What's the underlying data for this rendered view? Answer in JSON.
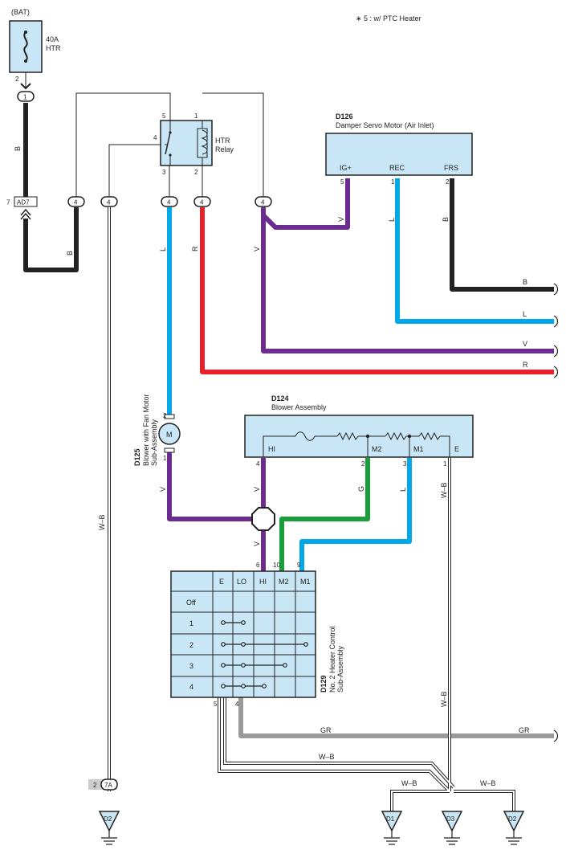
{
  "note": "∗ 5 : w/ PTC Heater",
  "fuse": {
    "source": "(BAT)",
    "rating": "40A",
    "name": "HTR",
    "pin_top": "2"
  },
  "connectors": {
    "c1": "1",
    "ad7": "AD7",
    "ad7_pin": "7",
    "c4": "4",
    "c7a": "7A",
    "c7a_pin": "2"
  },
  "relay": {
    "name": "HTR",
    "sub": "Relay",
    "p5": "5",
    "p1": "1",
    "p4": "4",
    "p3": "3",
    "p2": "2"
  },
  "damper": {
    "code": "D126",
    "name": "Damper Servo Motor (Air Inlet)",
    "t1": "IG+",
    "t2": "REC",
    "t3": "FRS",
    "p1": "5",
    "p2": "1",
    "p3": "2"
  },
  "blower_motor": {
    "code": "D125",
    "name1": "Blower with Fan Motor",
    "name2": "Sub-Assembly",
    "symbol": "M",
    "p_top": "2",
    "p_bot": "1"
  },
  "blower_assy": {
    "code": "D124",
    "name": "Blower Assembly",
    "t_hi": "HI",
    "t_m2": "M2",
    "t_m1": "M1",
    "t_e": "E",
    "p_hi": "4",
    "p_m2": "2",
    "p_m1": "3",
    "p_e": "1"
  },
  "heater_ctrl": {
    "code": "D129",
    "name1": "No. 2 Heater Control",
    "name2": "Sub-Assembly",
    "cols": [
      "E",
      "LO",
      "HI",
      "M2",
      "M1"
    ],
    "rows": [
      "Off",
      "1",
      "2",
      "3",
      "4"
    ],
    "pins_top": [
      "6",
      "10",
      "9"
    ],
    "pins_bot": [
      "5",
      "4"
    ]
  },
  "wires": {
    "b": "B",
    "l": "L",
    "r": "R",
    "v": "V",
    "g": "G",
    "gr": "GR",
    "wb": "W–B"
  },
  "grounds": {
    "d2": "D2",
    "d1": "D1",
    "d3": "D3"
  },
  "colors": {
    "black": "#222222",
    "blue": "#00a8e8",
    "red": "#e8202a",
    "violet": "#6a2c8e",
    "green": "#1a9e3c",
    "gray": "#9a9a9a",
    "component": "#c8e6f5"
  }
}
